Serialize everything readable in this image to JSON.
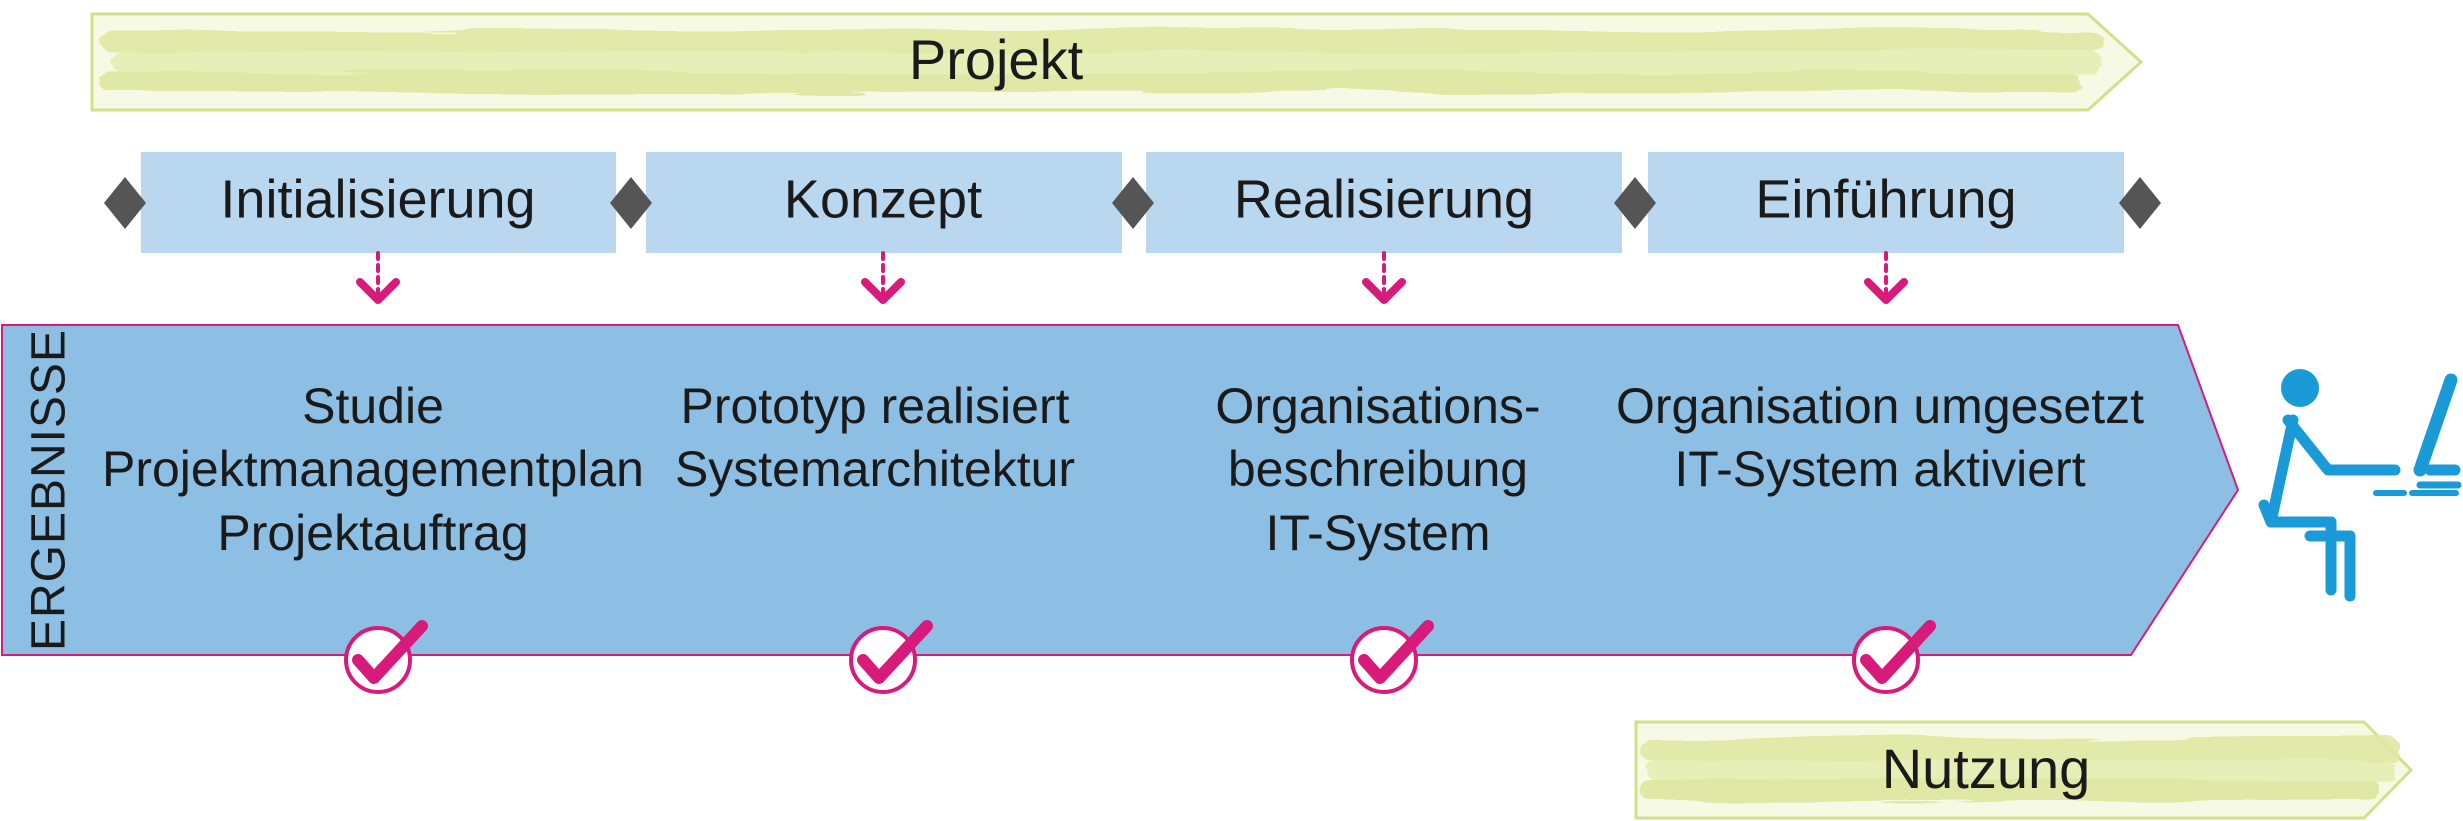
{
  "project_banner": {
    "label": "Projekt"
  },
  "phases": [
    {
      "label": "Initialisierung"
    },
    {
      "label": "Konzept"
    },
    {
      "label": "Realisierung"
    },
    {
      "label": "Einführung"
    }
  ],
  "results": {
    "side_label": "ERGEBNISSE",
    "columns": [
      {
        "lines": [
          "Studie",
          "Projektmanagementplan",
          "Projektauftrag"
        ]
      },
      {
        "lines": [
          "Prototyp realisiert",
          "Systemarchitektur"
        ]
      },
      {
        "lines": [
          "Organisations-",
          "beschreibung",
          "IT-System"
        ]
      },
      {
        "lines": [
          "Organisation umgesetzt",
          "IT-System aktiviert"
        ]
      }
    ]
  },
  "usage_banner": {
    "label": "Nutzung"
  },
  "icons": {
    "milestone": "diamond-icon",
    "phase_result": "chevron-down-icon",
    "completed": "check-circle-icon",
    "user": "person-at-computer-icon"
  },
  "colors": {
    "banner_fill": "#e4ecb0",
    "banner_border": "#d3e08a",
    "phase_fill": "#b9d7ef",
    "results_fill": "#8cbfe3",
    "accent": "#d81b7a",
    "milestone": "#555555",
    "user_icon": "#1a9ad6"
  }
}
